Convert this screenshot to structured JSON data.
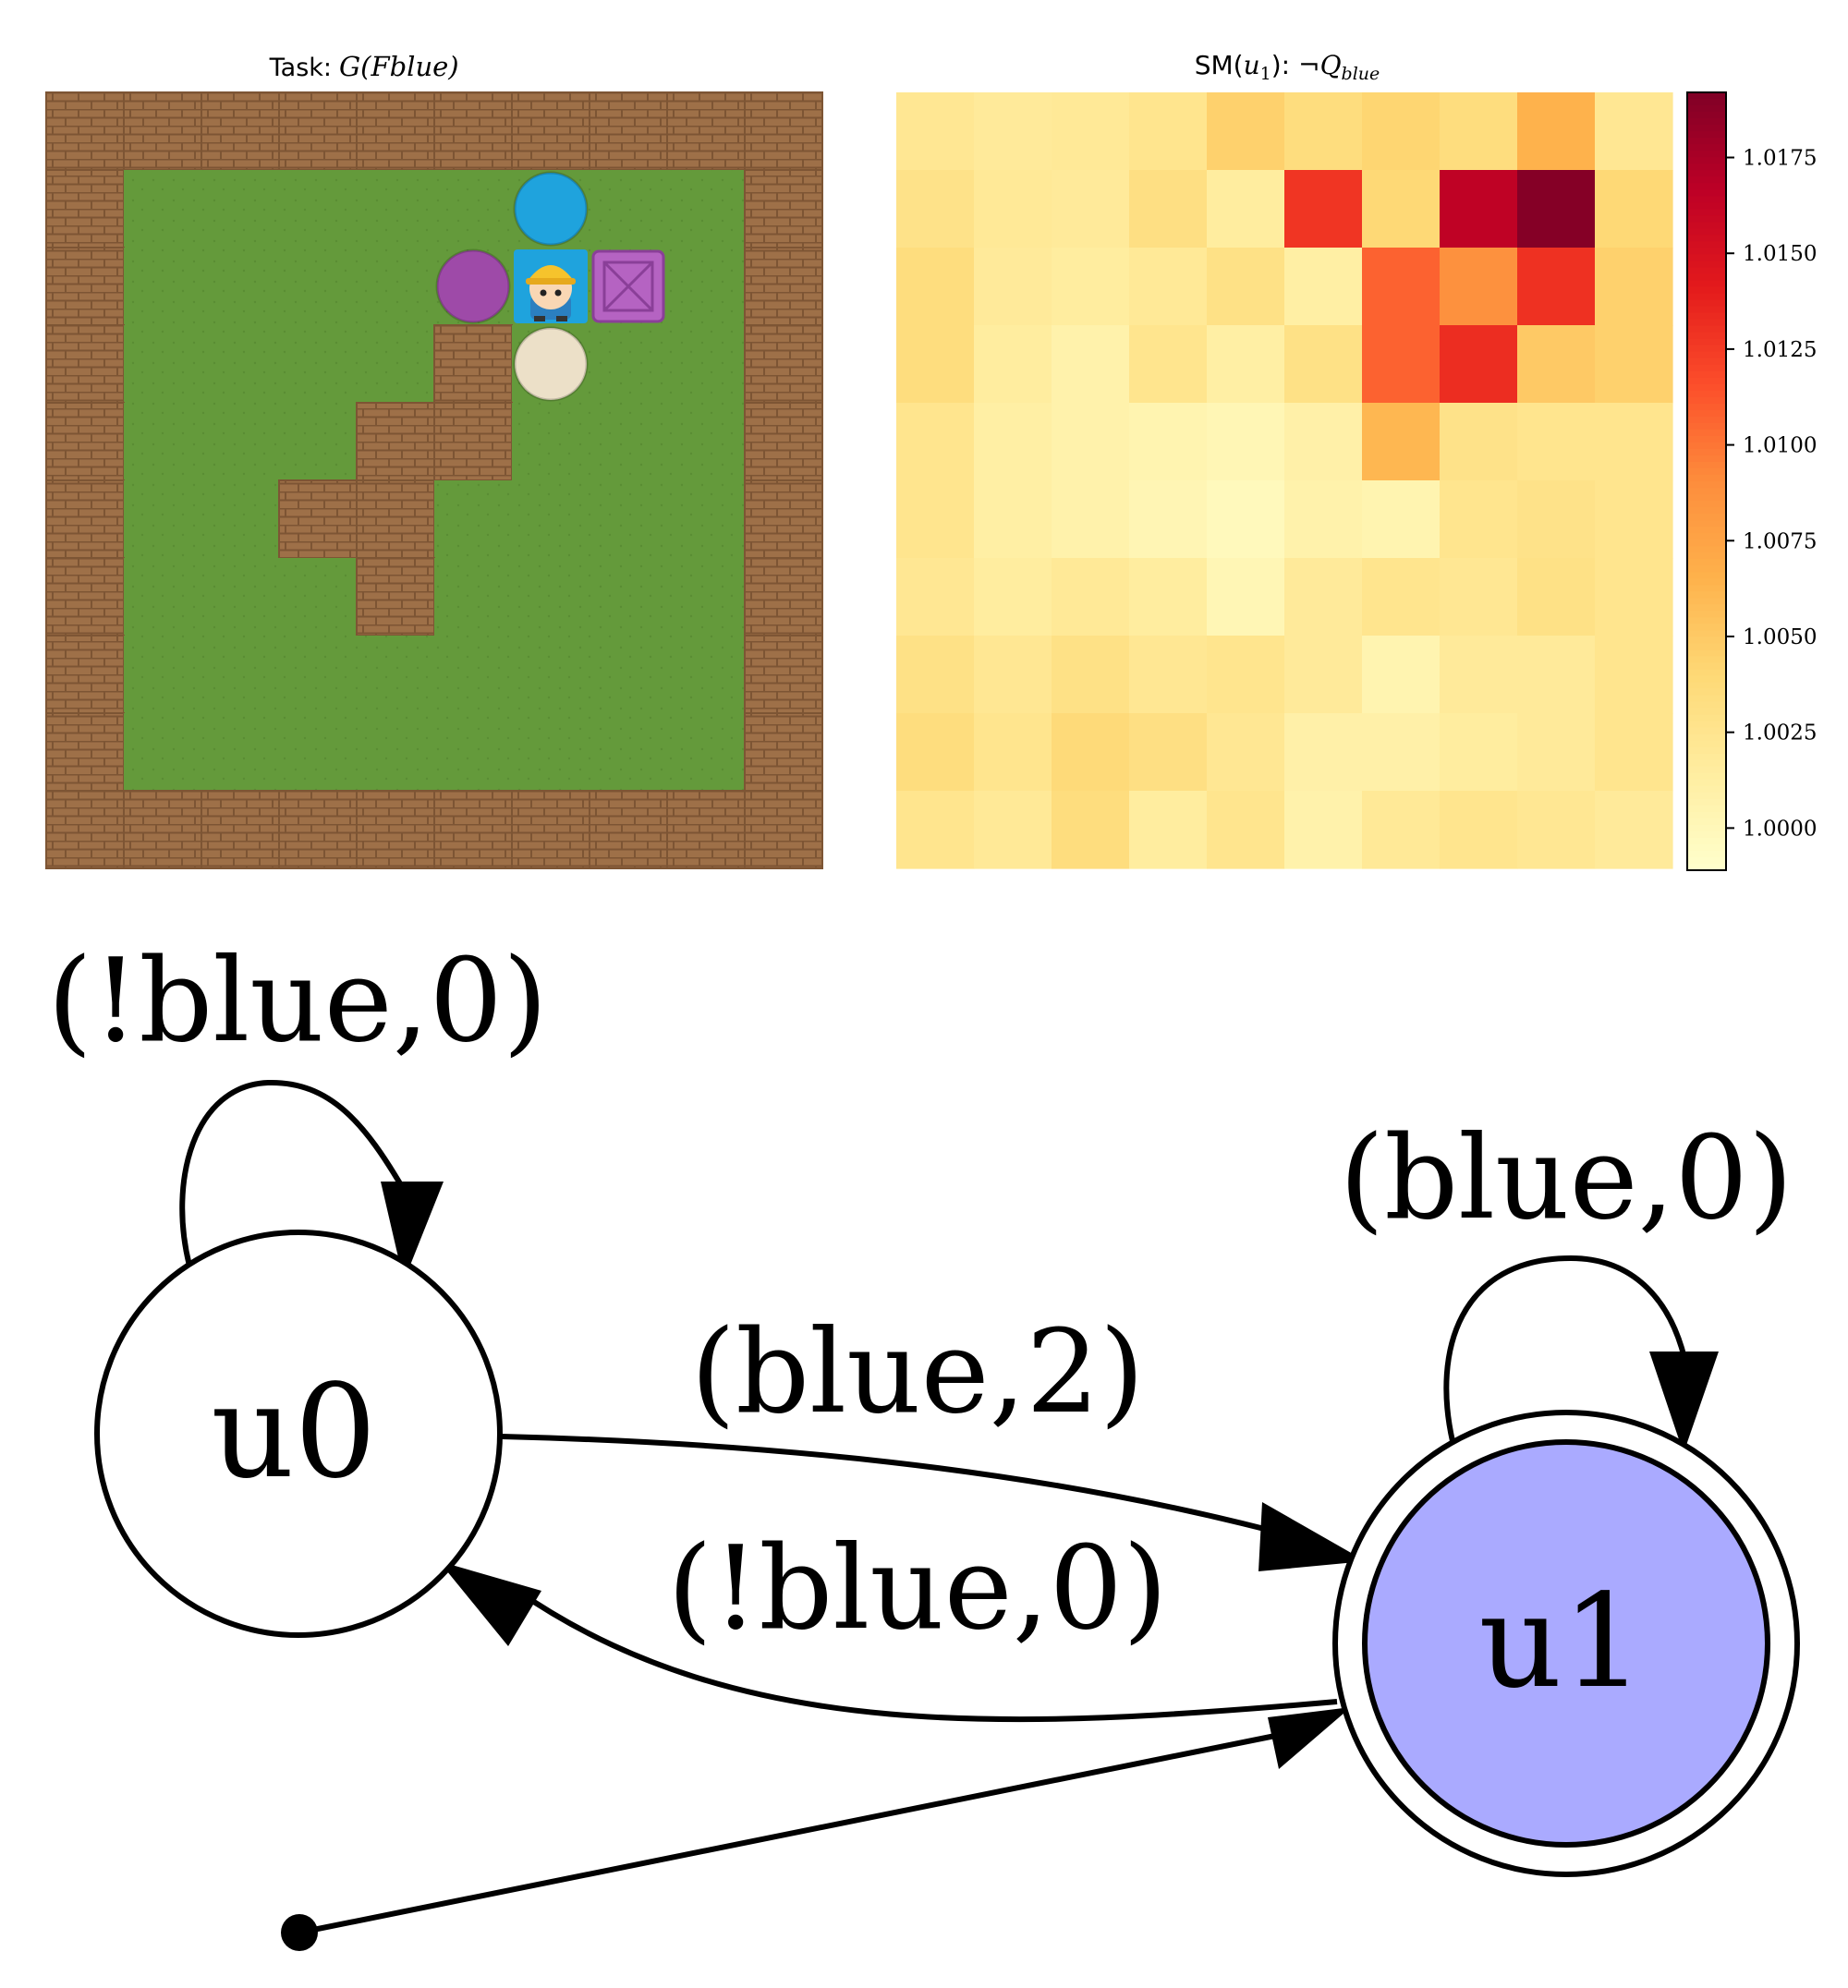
{
  "task_panel": {
    "title_prefix": "Task:",
    "title_formula": "G(Fblue)",
    "grid": [
      "WWWWWWWWWW",
      "W........W",
      "W........W",
      "W....W...W",
      "W...WW...W",
      "W..WW....W",
      "W...W....W",
      "W........W",
      "W........W",
      "WWWWWWWWWW"
    ],
    "objects": [
      {
        "kind": "ball",
        "color": "#1fa3dd",
        "row": 1,
        "col": 6
      },
      {
        "kind": "ball",
        "color": "#9e4aa8",
        "row": 2,
        "col": 5
      },
      {
        "kind": "agent",
        "row": 2,
        "col": 6
      },
      {
        "kind": "box",
        "color": "#b563c2",
        "row": 2,
        "col": 7
      },
      {
        "kind": "ball",
        "color": "#ece0c8",
        "row": 3,
        "col": 6
      }
    ],
    "colors": {
      "floor": "#649a3b",
      "wall": "#9e7048",
      "wall_mortar": "#7d5534"
    }
  },
  "value_panel": {
    "title_prefix": "SM(",
    "title_state": "u",
    "title_state_sub": "1",
    "title_suffix": "):",
    "title_neg": "¬",
    "title_q": "Q",
    "title_q_sub": "blue",
    "chart_data": {
      "type": "heatmap",
      "rows": 10,
      "cols": 10,
      "values": [
        [
          1.0022,
          1.0018,
          1.002,
          1.0025,
          1.0045,
          1.0035,
          1.0042,
          1.0035,
          1.0065,
          1.0022
        ],
        [
          1.0028,
          1.002,
          1.0018,
          1.0032,
          1.0015,
          1.0128,
          1.004,
          1.0165,
          1.019,
          1.004
        ],
        [
          1.0035,
          1.0018,
          1.0015,
          1.002,
          1.003,
          1.0012,
          1.0108,
          1.0088,
          1.013,
          1.0045
        ],
        [
          1.0035,
          1.0015,
          1.0008,
          1.0025,
          1.0012,
          1.003,
          1.0108,
          1.0132,
          1.005,
          1.0045
        ],
        [
          1.0025,
          1.0012,
          1.0008,
          1.0005,
          1.0002,
          1.001,
          1.0062,
          1.0028,
          1.0025,
          1.0025
        ],
        [
          1.0025,
          1.0012,
          1.0008,
          1.0003,
          0.9998,
          1.0008,
          1.0005,
          1.0025,
          1.0028,
          1.0025
        ],
        [
          1.0022,
          1.0015,
          1.002,
          1.0015,
          1.0002,
          1.0018,
          1.0025,
          1.0022,
          1.003,
          1.0025
        ],
        [
          1.003,
          1.0022,
          1.003,
          1.0022,
          1.0025,
          1.0018,
          1.0005,
          1.0018,
          1.0018,
          1.0025
        ],
        [
          1.0035,
          1.0025,
          1.0038,
          1.0032,
          1.0022,
          1.001,
          1.001,
          1.0015,
          1.0018,
          1.0025
        ],
        [
          1.0025,
          1.002,
          1.0035,
          1.0015,
          1.0025,
          1.0008,
          1.002,
          1.0025,
          1.0022,
          1.0018
        ]
      ],
      "vmin": 0.9989,
      "vmax": 1.0192,
      "colormap": "YlOrRd",
      "colorbar_ticks": [
        "1.0000",
        "1.0025",
        "1.0050",
        "1.0075",
        "1.0100",
        "1.0125",
        "1.0150",
        "1.0175"
      ]
    }
  },
  "automaton": {
    "nodes": [
      {
        "id": "u0",
        "label": "u0",
        "fill": "#ffffff",
        "accepting": false
      },
      {
        "id": "u1",
        "label": "u1",
        "fill": "#aaaaff",
        "accepting": true
      }
    ],
    "edges": [
      {
        "id": "u0-self",
        "label": "(!blue,0)"
      },
      {
        "id": "u0-to-u1",
        "label": "(blue,2)"
      },
      {
        "id": "u1-to-u0",
        "label": "(!blue,0)"
      },
      {
        "id": "u1-self",
        "label": "(blue,0)"
      },
      {
        "id": "start",
        "label": ""
      }
    ]
  }
}
